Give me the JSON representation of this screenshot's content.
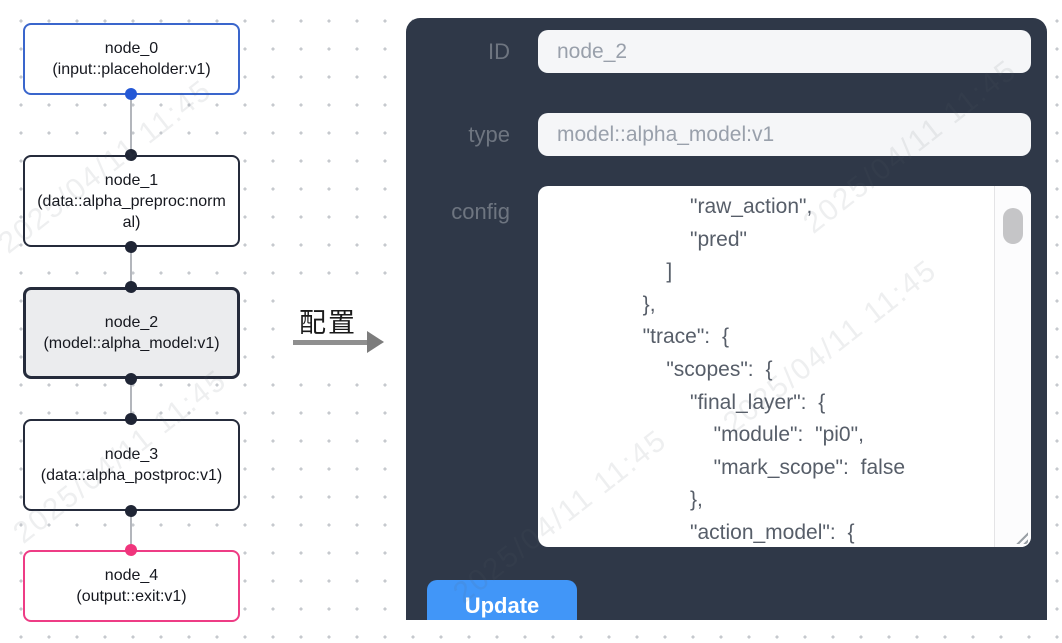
{
  "canvas": {
    "nodes": [
      {
        "name": "node_0",
        "type": "(input::placeholder:v1)",
        "variant": "input",
        "border_color": "#3a66cc"
      },
      {
        "name": "node_1",
        "type": "(data::alpha_preproc:normal)",
        "variant": "default",
        "border_color": "#252b3b"
      },
      {
        "name": "node_2",
        "type": "(model::alpha_model:v1)",
        "variant": "selected",
        "border_color": "#252b3b"
      },
      {
        "name": "node_3",
        "type": "(data::alpha_postproc:v1)",
        "variant": "default",
        "border_color": "#252b3b"
      },
      {
        "name": "node_4",
        "type": "(output::exit:v1)",
        "variant": "output",
        "border_color": "#ee3c85"
      }
    ]
  },
  "annotation": {
    "label": "配置"
  },
  "panel": {
    "fields": {
      "id": {
        "label": "ID",
        "value": "node_2"
      },
      "type": {
        "label": "type",
        "value": "model::alpha_model:v1"
      },
      "config": {
        "label": "config",
        "value": "            \"raw_action\",\n            \"pred\"\n          ]\n        },\n        \"trace\": {\n          \"scopes\": {\n            \"final_layer\": {\n              \"module\": \"pi0\",\n              \"mark_scope\": false\n            },\n            \"action_model\": {"
      }
    },
    "update_button": "Update"
  },
  "watermark": {
    "text": "2025/04/11 11:45"
  },
  "colors": {
    "panel_bg": "#2f3848",
    "accent_button": "#4196f8",
    "input_node_border": "#3a66cc",
    "output_node_border": "#ee3c85",
    "default_node_border": "#252b3b",
    "selected_node_bg": "#ebecee",
    "input_field_bg": "#f5f6f8",
    "edge": "#b3b6bc"
  }
}
